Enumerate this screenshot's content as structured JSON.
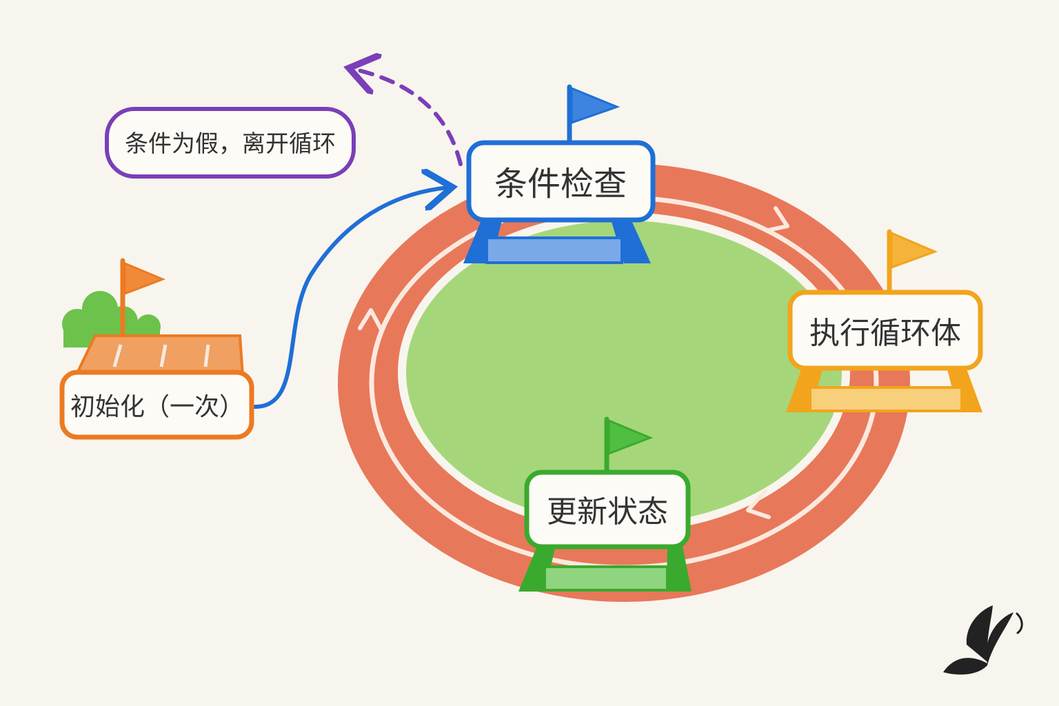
{
  "colors": {
    "background": "#f8f5ee",
    "track": "#e8785a",
    "track_lane": "#fbe9de",
    "field": "#a6d67a",
    "condition": "#1f6fd6",
    "body": "#f2a41c",
    "update": "#3aaa2e",
    "init": "#ec7a22",
    "exit": "#7a3fb8",
    "text": "#333333",
    "logo": "#222222"
  },
  "nodes": {
    "condition": {
      "label": "条件检查"
    },
    "body": {
      "label": "执行循环体"
    },
    "update": {
      "label": "更新状态"
    },
    "init": {
      "label": "初始化（一次）"
    },
    "exit": {
      "label": "条件为假，离开循环"
    }
  },
  "icons": {
    "flag": "flag-icon",
    "bush": "bush-icon",
    "logo": "butterfly-logo-icon"
  }
}
